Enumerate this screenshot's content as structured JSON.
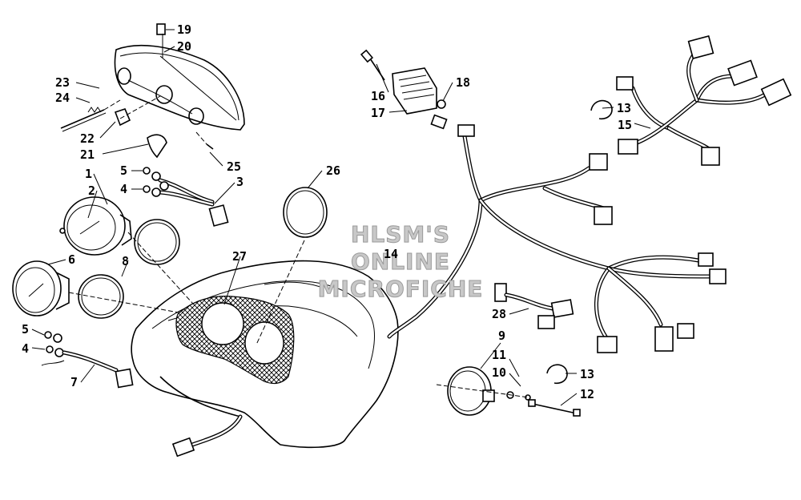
{
  "watermark": {
    "line1": "HLSM'S",
    "line2": "ONLINE",
    "line3": "MICROFICHE"
  },
  "callouts": [
    {
      "id": "c19",
      "text": "19"
    },
    {
      "id": "c20",
      "text": "20"
    },
    {
      "id": "c23",
      "text": "23"
    },
    {
      "id": "c24",
      "text": "24"
    },
    {
      "id": "c22",
      "text": "22"
    },
    {
      "id": "c21",
      "text": "21"
    },
    {
      "id": "c25",
      "text": "25"
    },
    {
      "id": "c1",
      "text": "1"
    },
    {
      "id": "c2",
      "text": "2"
    },
    {
      "id": "c5a",
      "text": "5"
    },
    {
      "id": "c4a",
      "text": "4"
    },
    {
      "id": "c3",
      "text": "3"
    },
    {
      "id": "c6",
      "text": "6"
    },
    {
      "id": "c8",
      "text": "8"
    },
    {
      "id": "c27",
      "text": "27"
    },
    {
      "id": "c26",
      "text": "26"
    },
    {
      "id": "c5b",
      "text": "5"
    },
    {
      "id": "c4b",
      "text": "4"
    },
    {
      "id": "c7",
      "text": "7"
    },
    {
      "id": "c16",
      "text": "16"
    },
    {
      "id": "c17",
      "text": "17"
    },
    {
      "id": "c18",
      "text": "18"
    },
    {
      "id": "c13a",
      "text": "13"
    },
    {
      "id": "c15",
      "text": "15"
    },
    {
      "id": "c14",
      "text": "14"
    },
    {
      "id": "c28",
      "text": "28"
    },
    {
      "id": "c9",
      "text": "9"
    },
    {
      "id": "c11",
      "text": "11"
    },
    {
      "id": "c10",
      "text": "10"
    },
    {
      "id": "c13b",
      "text": "13"
    },
    {
      "id": "c12",
      "text": "12"
    }
  ]
}
